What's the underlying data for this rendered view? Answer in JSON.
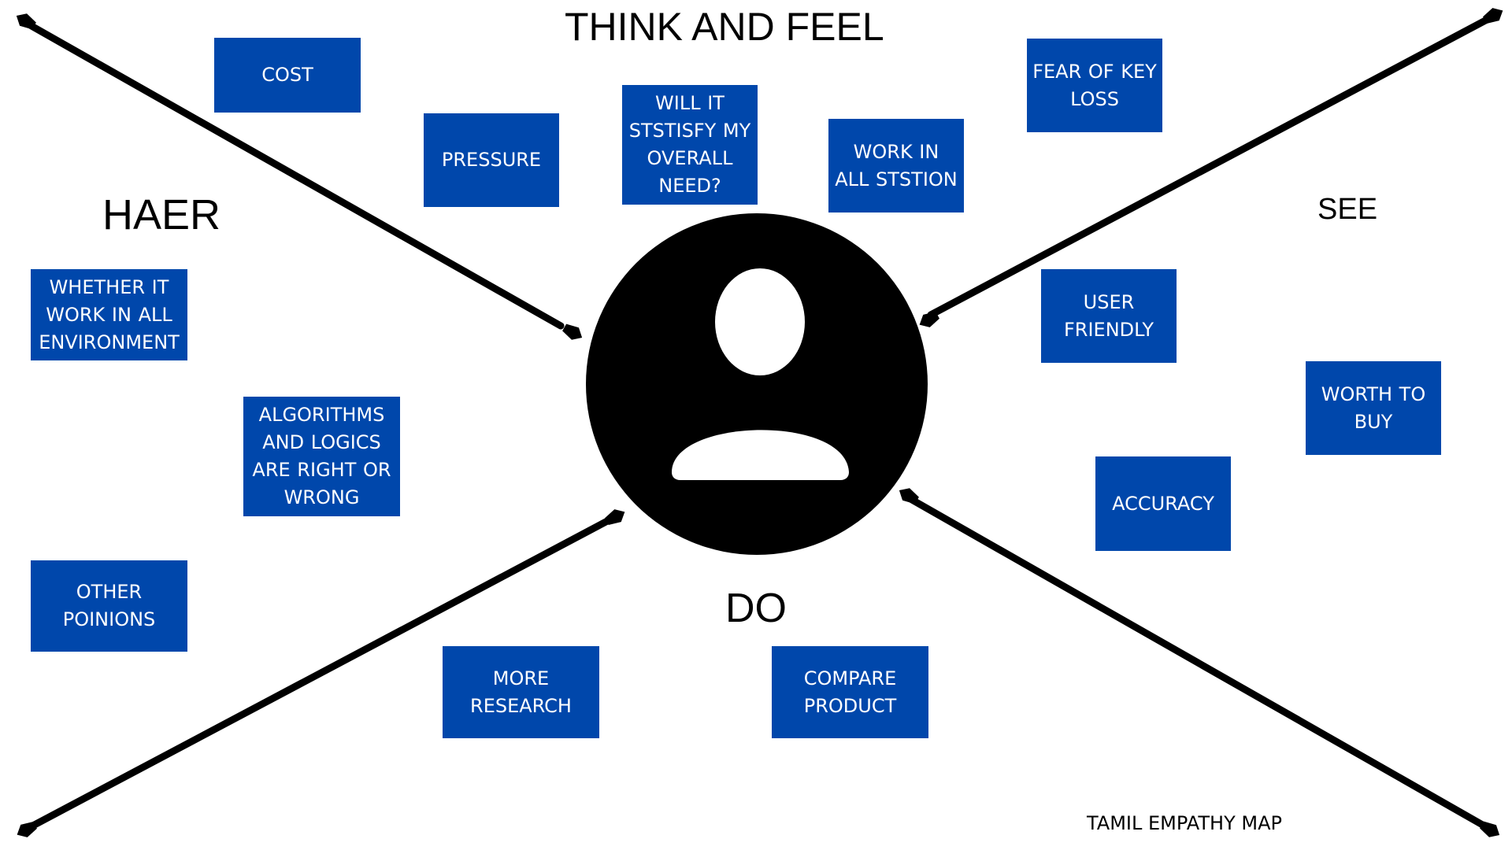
{
  "colors": {
    "note_bg": "#0047ab",
    "note_text": "#ffffff",
    "lines": "#000000",
    "avatar": "#000000"
  },
  "headings": {
    "think_and_feel": "THINK AND FEEL",
    "hear": "HAER",
    "see": "SEE",
    "do": "DO"
  },
  "notes": {
    "cost": "COST",
    "pressure": "PRESSURE",
    "will_it_satisfy": "WILL IT STSTISFY MY OVERALL NEED?",
    "work_in_all_station": "WORK IN ALL STSTION",
    "fear_of_key_loss": "FEAR OF KEY LOSS",
    "whether_it_work": "WHETHER IT WORK IN ALL ENVIRONMENT",
    "algorithms_and_logics": "ALGORITHMS AND LOGICS ARE RIGHT OR WRONG",
    "other_opinions": "OTHER POINIONS",
    "user_friendly": "USER FRIENDLY",
    "worth_to_buy": "WORTH TO BUY",
    "accuracy": "ACCURACY",
    "more_research": "MORE RESEARCH",
    "compare_product": "COMPARE PRODUCT"
  },
  "center_icon": "user-avatar-icon",
  "footer": {
    "title": "TAMIL EMPATHY MAP"
  }
}
